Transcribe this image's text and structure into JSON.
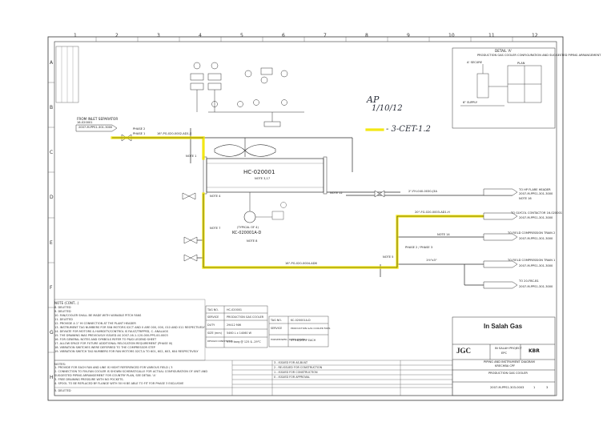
{
  "diagram": {
    "equipment": {
      "tag": "HC-020001",
      "note": "NOTE 3,17",
      "fan_tag": "KC-020001A-D",
      "fan_typical": "(TYPICAL OF 4)",
      "fan_note": "NOTE 8"
    },
    "inlet": {
      "label": "FROM INLET SEPARATOR",
      "tag": "16-020001",
      "line": "2007-M-PPS1-301-3000"
    },
    "lines": {
      "top_header": "16\"-PG-020-0002-AD1-X",
      "mid_header": "20\"-FG-020-0003-AD1-H",
      "bottom_header": "16\"-PG-020-0004-AD6",
      "flare_line": "2\"-FH-040-0030-J3A",
      "small_line": "1½\"x3\""
    },
    "destinations": [
      {
        "label": "TO HP FLARE HEADER",
        "ref": "2007-M-PPS1-301-3000",
        "note": "NOTE 16"
      },
      {
        "label": "TO GLYCOL CONTACTOR 16-020001",
        "ref": "2007-M-PPS1-301-3000"
      },
      {
        "label": "TO FIELD COMPRESSION TRAIN 2",
        "ref": "2007-M-PPS1-301-3000"
      },
      {
        "label": "TO FIELD COMPRESSION TRAIN 1",
        "ref": "2007-M-PPS1-301-3000"
      },
      {
        "label": "TO 20-FBC-B1",
        "ref": "2007-M-PPS1-301-3000"
      }
    ],
    "phase_labels": [
      "PHASE 2",
      "PHASE 1",
      "PHASE 2 / PHASE 3"
    ],
    "note_tags": [
      "NOTE 1",
      "NOTE 4",
      "NOTE 5",
      "NOTE 7",
      "NOTE 12",
      "NOTE 14"
    ],
    "detail": {
      "title": "DETAIL 'A'",
      "caption": "PRODUCTION GAS COOLER CONFIGURATION AND SUGGESTED PIPING ARRANGEMENT",
      "plan": "PLAN",
      "label_a": "A' SECURE",
      "label_b": "6\" SUPPLY"
    },
    "handwriting": {
      "initials": "AP",
      "date": "1/10/12",
      "legend": "- 3-CET-1.2"
    },
    "highlight_color": "#f2e600",
    "line_color": "#2a2a2a"
  },
  "grid": {
    "columns": [
      "1",
      "2",
      "3",
      "4",
      "5",
      "6",
      "7",
      "8",
      "9",
      "10",
      "11",
      "12"
    ],
    "rows": [
      "A",
      "B",
      "C",
      "D",
      "E",
      "F",
      "G",
      "H"
    ]
  },
  "notes": {
    "title": "NOTE (CONT...)",
    "items": [
      "8. DELETED",
      "9. DELETED",
      "10. FAN/COOLER SHALL BE MADE WITH VARIABLE PITCH FANS",
      "11. DELETED",
      "12. PROVIDE A 1\" HI CONNECTION AT THE PLANT HEADER",
      "13. INSTRUMENT TAG NUMBERS FOR FAN MOTORS 02CT AND 0 ARE 000, 000, 010 AND 011 RESPECTIVELY",
      "14. DEVIATE FOR MOTORS & HUMIDITY/CONTROL IS FAULT/TRIPPED, C. ANALAGS",
      "15. THE DRAWING WAS PREVIOUSLY ISSUED AS 2007-16-1-120-000-PPS-00-0003",
      "16. FOR GENERAL NOTES AND SYMBOLS REFER TO P&ID LEGEND SHEET",
      "17. ALLOW SPACE FOR FUTURE ADDITIONAL RELOCATION REQUIREMENT (PHASE III)",
      "18. VIBRATION SWITCHES WERE DEFERRED TO THE COMPRESSOR STEP",
      "19. VIBRATION SWITCH TAG NUMBERS FOR FAN MOTORS 02CT-A TO 601, 602, 603, 604 RESPECTIVELY"
    ],
    "general_title": "NOTES:",
    "general": [
      "1. PROVIDE FOR EACH FAN AND LINE IS HIGHT REFERENCED FOR VARIOUS FIELD / 3",
      "2. CONNECTION TO FIN-FAN COOLER IS SHOWN SCHEMATICALLY. FOR ACTUAL CONFIGURATION OF UNIT AND",
      "   SUGGESTED PIPING ARRANGEMENT FOR COUNTRY PLAN, SEE DETAIL 'A'",
      "3. FREE DRAINING PRESSURE WITH NO POCKETS.",
      "4. SPOOL TO BE REPLACED BY FLANGE WITH 50 HI BE ABLE TO FIT FOR PHASE 3 EXCLUSIVE",
      "5. DELETED"
    ]
  },
  "data_table_1": {
    "rows": [
      {
        "k": "TAG NO.",
        "v": "HC-020001"
      },
      {
        "k": "SERVICE",
        "v": "PRODUCTION GAS COOLER"
      },
      {
        "k": "DUTY",
        "v": "29412 MW"
      },
      {
        "k": "SIZE (mm)",
        "v": "5460 L x 14060 W"
      },
      {
        "k": "DESIGN CONDITIONS",
        "v": "97.0 barg @ 125 & -29°C"
      }
    ]
  },
  "data_table_2": {
    "rows": [
      {
        "k": "TAG NO.",
        "v": "KC-020001A-D"
      },
      {
        "k": "SERVICE",
        "v": "PRODUCTION GAS COOLER FANS"
      },
      {
        "k": "HORSEPOWER / RATED POWER",
        "v": "37 kW/25HP EACH"
      }
    ]
  },
  "title_block": {
    "client": "In Salah Gas",
    "contractor": "JGC",
    "partner": "KBR",
    "project": "IN SALAH PROJECT",
    "sub_project": "EPC",
    "doc_type": "PIPING AND INSTRUMENT DIAGRAM",
    "area": "KRECHBA CPF",
    "drawing_title": "PRODUCTION GAS COOLER",
    "drawing_no": "2007-M-PPS1-303-0003",
    "sheet": "1",
    "rev": "3",
    "revisions": [
      "3 - ISSUED FOR AS-BUILT",
      "2 - RE-ISSUED FOR CONSTRUCTION",
      "1 - ISSUED FOR CONSTRUCTION",
      "0 - ISSUED FOR APPROVAL"
    ]
  }
}
